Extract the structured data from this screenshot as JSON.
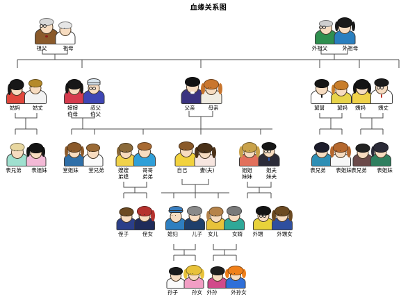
{
  "title": "血缘关系图",
  "colors": {
    "line": "#4a4a4a",
    "background": "#ffffff",
    "text": "#1a1a1a"
  },
  "generations": [
    {
      "id": "gen1",
      "name": "grandparents",
      "nodes": [
        {
          "id": "paternal-grandparents",
          "labels": [
            [
              "祖父",
              "祖母"
            ]
          ]
        },
        {
          "id": "maternal-grandparents",
          "labels": [
            [
              "外祖父",
              "外祖母"
            ]
          ]
        }
      ]
    },
    {
      "id": "gen2",
      "name": "parents-aunts-uncles",
      "nodes": [
        {
          "id": "paternal-aunt-couple",
          "labels": [
            [
              "姑妈",
              "姑丈"
            ]
          ]
        },
        {
          "id": "paternal-uncle-couple",
          "labels": [
            [
              "婶婶",
              "叔父"
            ],
            [
              "伯母",
              "伯父"
            ]
          ]
        },
        {
          "id": "parents",
          "labels": [
            [
              "父亲",
              "母亲"
            ]
          ]
        },
        {
          "id": "maternal-uncle-couple",
          "labels": [
            [
              "舅舅",
              "舅妈"
            ]
          ]
        },
        {
          "id": "maternal-aunt-couple",
          "labels": [
            [
              "姨妈",
              "姨丈"
            ]
          ]
        }
      ]
    },
    {
      "id": "gen3",
      "name": "self-siblings-cousins",
      "nodes": [
        {
          "id": "cousins-paternal-aunt",
          "labels": [
            [
              "表兄弟",
              "表姐妹"
            ]
          ]
        },
        {
          "id": "cousins-paternal-uncle",
          "labels": [
            [
              "堂姐妹",
              "堂兄弟"
            ]
          ]
        },
        {
          "id": "brother-couple",
          "labels": [
            [
              "嫂嫂",
              "哥哥"
            ],
            [
              "弟媳",
              "弟弟"
            ]
          ]
        },
        {
          "id": "self-and-spouse",
          "labels": [
            [
              "自己",
              "妻(夫)"
            ]
          ]
        },
        {
          "id": "sister-couple",
          "labels": [
            [
              "姐姐",
              "姐夫"
            ],
            [
              "妹妹",
              "妹夫"
            ]
          ]
        },
        {
          "id": "cousins-maternal-uncle",
          "labels": [
            [
              "表兄弟",
              "表姐妹"
            ]
          ]
        },
        {
          "id": "cousins-maternal-aunt",
          "labels": [
            [
              "表兄弟",
              "表姐妹"
            ]
          ]
        }
      ]
    },
    {
      "id": "gen4",
      "name": "children-nephews-nieces",
      "nodes": [
        {
          "id": "nephew-niece-brother",
          "labels": [
            [
              "侄子",
              "侄女"
            ]
          ]
        },
        {
          "id": "son-and-daughter-in-law",
          "labels": [
            [
              "媳妇",
              "儿子"
            ]
          ]
        },
        {
          "id": "daughter-and-son-in-law",
          "labels": [
            [
              "女儿",
              "女婿"
            ]
          ]
        },
        {
          "id": "nephew-niece-sister",
          "labels": [
            [
              "外甥",
              "外甥女"
            ]
          ]
        }
      ]
    },
    {
      "id": "gen5",
      "name": "grandchildren",
      "nodes": [
        {
          "id": "grandchildren-paternal",
          "labels": [
            [
              "孙子",
              "孙女"
            ]
          ]
        },
        {
          "id": "grandchildren-maternal",
          "labels": [
            [
              "外孙",
              "外孙女"
            ]
          ]
        }
      ]
    }
  ]
}
